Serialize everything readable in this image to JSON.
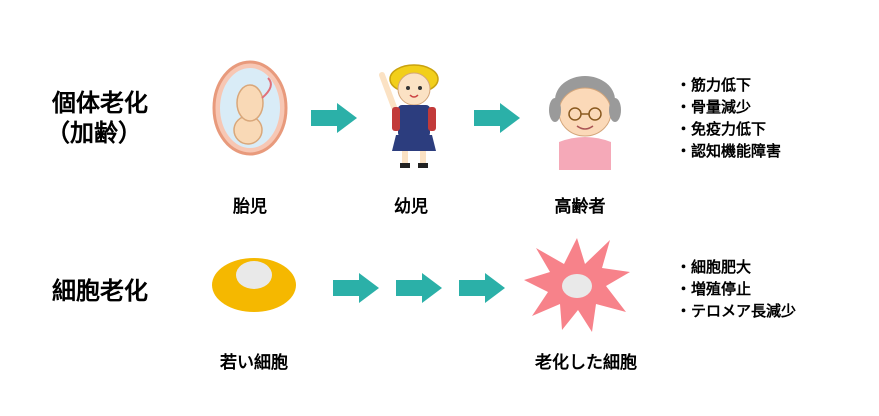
{
  "rows": {
    "individual": {
      "label_line1": "個体老化",
      "label_line2": "（加齢）",
      "stages": [
        "胎児",
        "幼児",
        "高齢者"
      ],
      "features": [
        "・筋力低下",
        "・骨量減少",
        "・免疫力低下",
        "・認知機能障害"
      ]
    },
    "cellular": {
      "label": "細胞老化",
      "stages": [
        "若い細胞",
        "老化した細胞"
      ],
      "features": [
        "・細胞肥大",
        "・増殖停止",
        "・テロメア長減少"
      ]
    }
  },
  "colors": {
    "arrow": "#2bb0a8",
    "young_cell": "#f5b800",
    "aged_cell": "#f7828a",
    "nucleus": "#e9e9e9"
  },
  "icons": {
    "fetus": "fetus-illustration",
    "child": "schoolchild-illustration",
    "elder": "elderly-woman-illustration",
    "young_cell": "young-cell-shape",
    "aged_cell": "aged-cell-burst-shape"
  }
}
